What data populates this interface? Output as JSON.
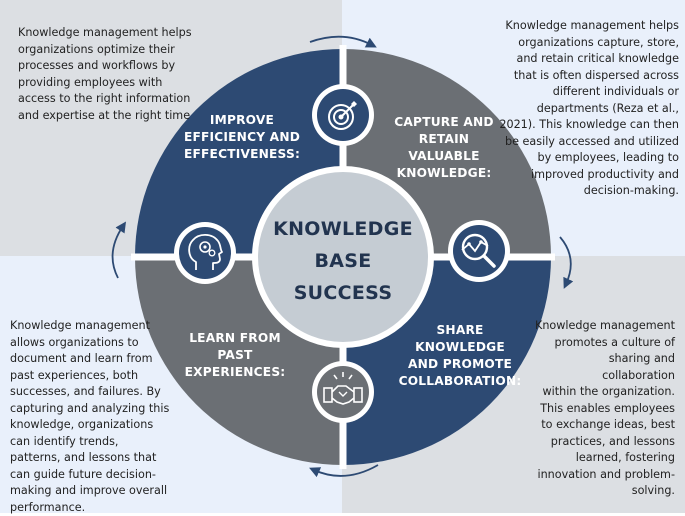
{
  "center": {
    "line1": "KNOWLEDGE",
    "line2": "BASE",
    "line3": "SUCCESS"
  },
  "segments": {
    "top_left": {
      "line1": "IMPROVE",
      "line2": "EFFICIENCY AND",
      "line3": "EFFECTIVENESS:",
      "icon": "target-icon"
    },
    "top_right": {
      "line1": "CAPTURE AND",
      "line2": "RETAIN",
      "line3": "VALUABLE",
      "line4": "KNOWLEDGE:",
      "icon": "magnifier-chart-icon"
    },
    "bottom_left": {
      "line1": "LEARN FROM",
      "line2": "PAST",
      "line3": "EXPERIENCES:",
      "icon": "head-gears-icon"
    },
    "bottom_right": {
      "line1": "SHARE KNOWLEDGE",
      "line2": "AND PROMOTE",
      "line3": "COLLABORATION:",
      "icon": "handshake-icon"
    }
  },
  "descriptions": {
    "top_left": [
      "Knowledge management helps",
      "organizations optimize their",
      "processes and workflows by",
      "providing employees with",
      "access to the right information",
      "and expertise at the right time"
    ],
    "top_right": [
      "Knowledge management helps",
      "organizations capture, store,",
      "and retain critical knowledge",
      "that is often dispersed across",
      "different individuals or",
      "departments (Reza et al.,",
      "2021). This knowledge can then",
      "be easily accessed and utilized",
      "by employees, leading to",
      "improved productivity and",
      "decision-making."
    ],
    "bottom_left": [
      "Knowledge management",
      "allows organizations to",
      "document and learn from",
      "past experiences, both",
      "successes, and failures. By",
      "capturing and analyzing this",
      "knowledge, organizations",
      "can identify trends,",
      "patterns, and lessons that",
      "can guide future decision-",
      "making and improve overall",
      "performance."
    ],
    "bottom_right": [
      "Knowledge management",
      "promotes a culture of",
      "sharing and collaboration",
      "within the organization.",
      "This enables employees",
      "to exchange ideas, best",
      "practices, and lessons",
      "learned, fostering",
      "innovation and problem-",
      "solving."
    ]
  },
  "colors": {
    "navy": "#2d4a73",
    "gray": "#6b6f74",
    "center_fill": "#c5ccd3",
    "center_text": "#22344f",
    "bg_gray": "#dcdfe3",
    "bg_blue": "#e9f0fb"
  }
}
